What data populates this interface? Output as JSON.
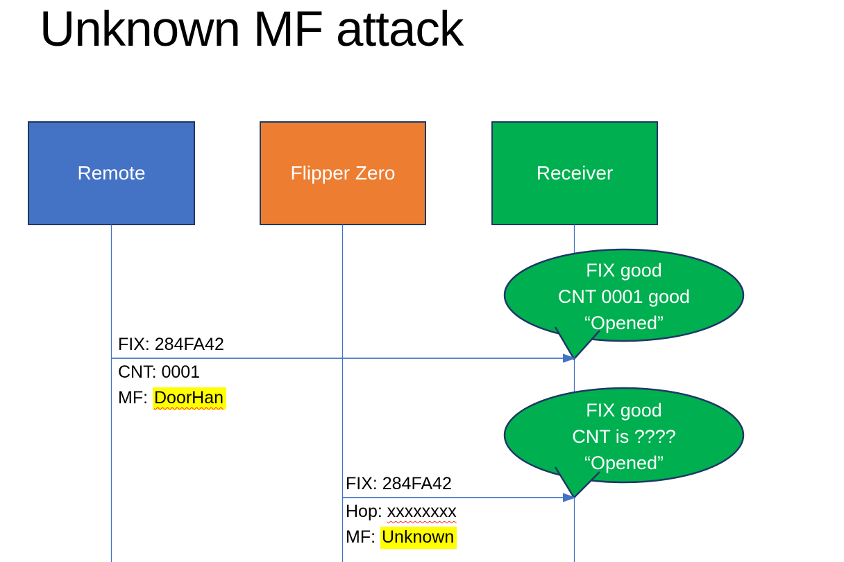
{
  "slide": {
    "title": "Unknown MF attack"
  },
  "actors": [
    {
      "label": "Remote",
      "fill": "#4472C4"
    },
    {
      "label": "Flipper Zero",
      "fill": "#ED7D31"
    },
    {
      "label": "Receiver",
      "fill": "#00B050"
    }
  ],
  "messages": [
    {
      "from": "Remote",
      "to": "Receiver",
      "above_line": "FIX: 284FA42",
      "below_line_1": "CNT: 0001",
      "below_line_2_prefix": "MF: ",
      "below_line_2_value": "DoorHan"
    },
    {
      "from": "Flipper Zero",
      "to": "Receiver",
      "above_line": "FIX: 284FA42",
      "below_line_1_prefix": "Hop: ",
      "below_line_1_value": "xxxxxxxx",
      "below_line_2_prefix": "MF: ",
      "below_line_2_value": "Unknown"
    }
  ],
  "callouts": [
    {
      "line1": "FIX good",
      "line2": "CNT 0001 good",
      "line3": "“Opened”"
    },
    {
      "line1": "FIX good",
      "line2": "CNT is ????",
      "line3": "“Opened”"
    }
  ],
  "colors": {
    "actor_border": "#1F3864",
    "connector_blue": "#4472C4",
    "callout_fill": "#00B050",
    "highlight_yellow": "#FFFF00",
    "spellcheck_red": "#FF2A1E",
    "body_text": "#000000",
    "actor_text": "#FFFFFF"
  }
}
